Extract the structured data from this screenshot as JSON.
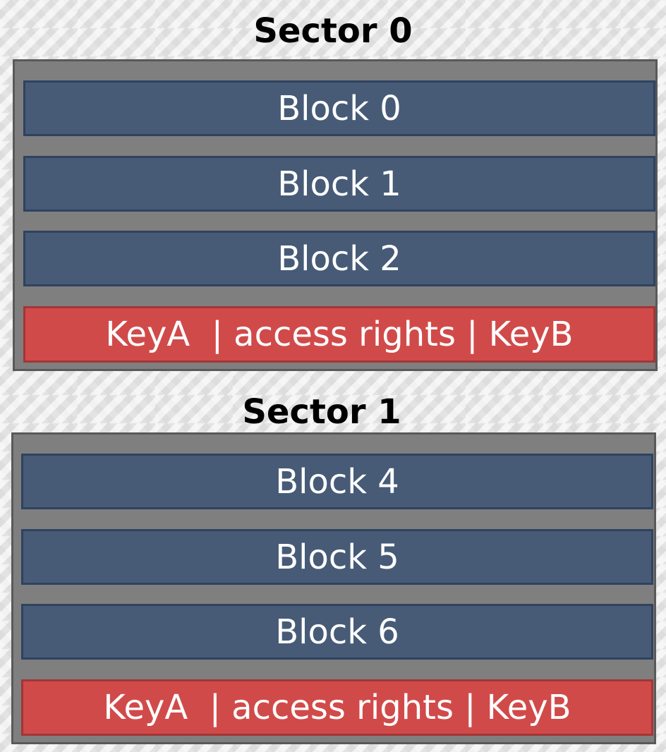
{
  "sectors": [
    {
      "title": "Sector 0",
      "blocks": [
        {
          "label": "Block 0"
        },
        {
          "label": "Block 1"
        },
        {
          "label": "Block 2"
        }
      ],
      "trailer": {
        "label": "KeyA  | access rights | KeyB"
      }
    },
    {
      "title": "Sector 1",
      "blocks": [
        {
          "label": "Block 4"
        },
        {
          "label": "Block 5"
        },
        {
          "label": "Block 6"
        }
      ],
      "trailer": {
        "label": "KeyA  | access rights | KeyB"
      }
    }
  ],
  "colors": {
    "data_block": "#475b77",
    "sector_trailer": "#d14a4a",
    "sector_background": "#7f7f7f"
  }
}
